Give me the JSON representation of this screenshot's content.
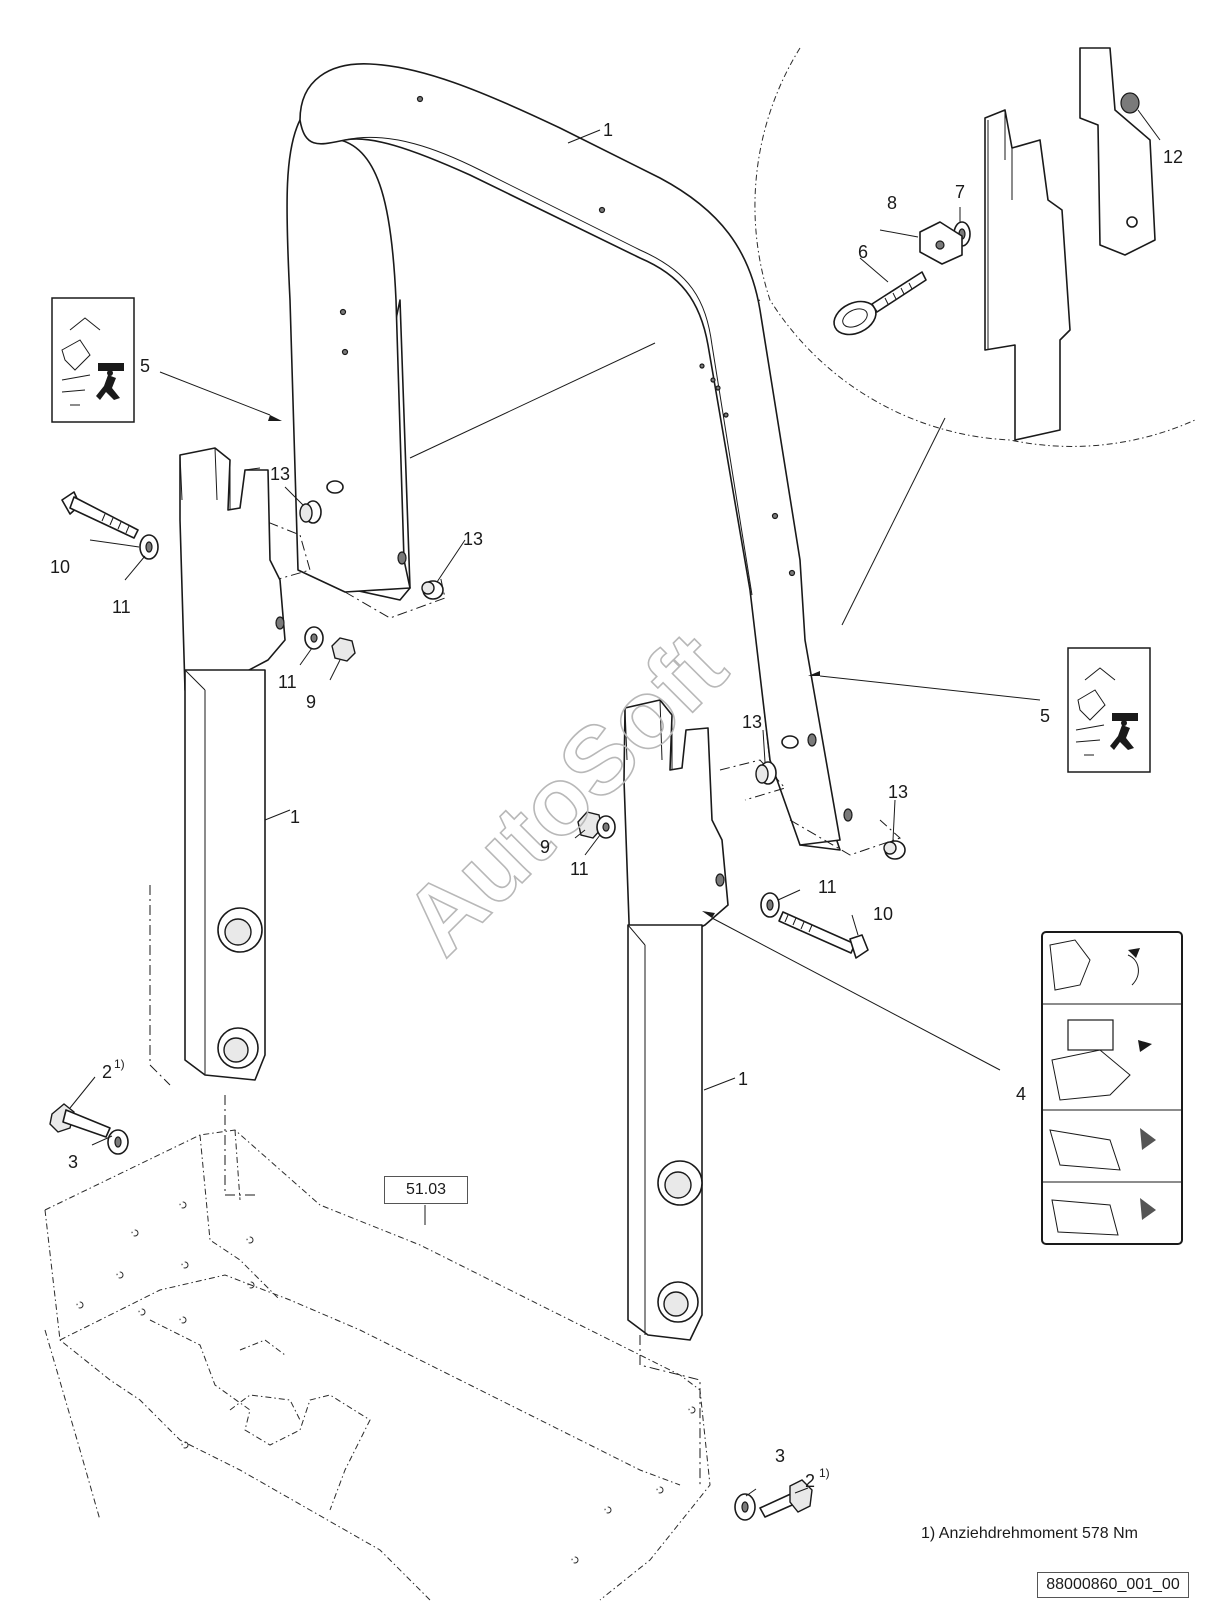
{
  "diagram": {
    "callouts": {
      "c1a": "1",
      "c1b": "1",
      "c1c": "1",
      "c2a": "2",
      "c2b": "2",
      "c3a": "3",
      "c3b": "3",
      "c4": "4",
      "c5a": "5",
      "c5b": "5",
      "c6": "6",
      "c7": "7",
      "c8": "8",
      "c9a": "9",
      "c9b": "9",
      "c10a": "10",
      "c10b": "10",
      "c11a": "11",
      "c11b": "11",
      "c11c": "11",
      "c11d": "11",
      "c12": "12",
      "c13a": "13",
      "c13b": "13",
      "c13c": "13",
      "c13d": "13"
    },
    "footnote_marker": "1)",
    "reference_box": "51.03",
    "watermark": "AutoSoft",
    "footnote": "1) Anziehdrehmoment 578 Nm",
    "drawing_number": "88000860_001_00"
  }
}
